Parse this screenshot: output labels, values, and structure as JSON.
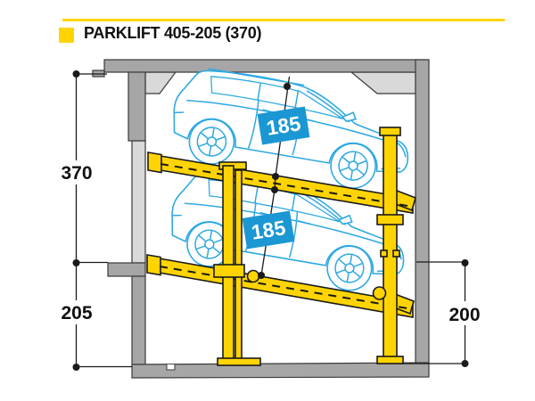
{
  "title": "PARKLIFT 405-205 (370)",
  "dimensions": {
    "left_upper": "370",
    "left_lower": "205",
    "right_lower": "200",
    "car_height_upper": "185",
    "car_height_lower": "185"
  },
  "icons": {
    "title_bullet": "yellow-square-bullet"
  },
  "colors": {
    "accent_yellow": "#FFD402",
    "car_blue": "#2FA9E1",
    "label_blue": "#1B97D3",
    "wall_gray": "#A6A6A6",
    "soffit_gray": "#D9D9D9",
    "line_black": "#1A1A1A"
  }
}
